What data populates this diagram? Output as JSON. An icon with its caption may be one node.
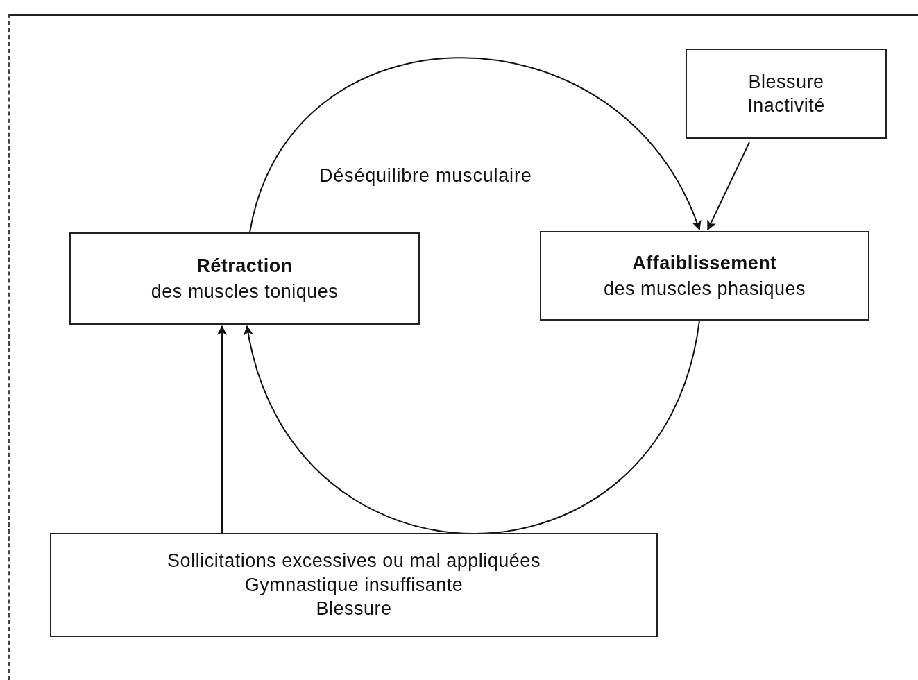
{
  "diagram": {
    "nodes": [
      {
        "text": [
          "Rétraction",
          "des muscles toniques"
        ]
      },
      {
        "text": [
          "Affaiblissement",
          "des muscles phasiques"
        ]
      },
      {
        "text": [
          "Blessure",
          "Inactivité"
        ]
      },
      {
        "text": [
          "Sollicitations excessives ou mal appliquées",
          "Gymnastique insuffisante",
          "Blessure"
        ]
      }
    ],
    "edges": [
      {
        "from": 0,
        "to": 1,
        "arrow": "to"
      },
      {
        "from": 1,
        "to": 0,
        "arrow": "to"
      },
      {
        "from": 2,
        "to": 1,
        "arrow": "to"
      },
      {
        "from": 3,
        "to": 0,
        "arrow": "to"
      }
    ],
    "labels": [
      "Déséquilibre musculaire"
    ]
  }
}
